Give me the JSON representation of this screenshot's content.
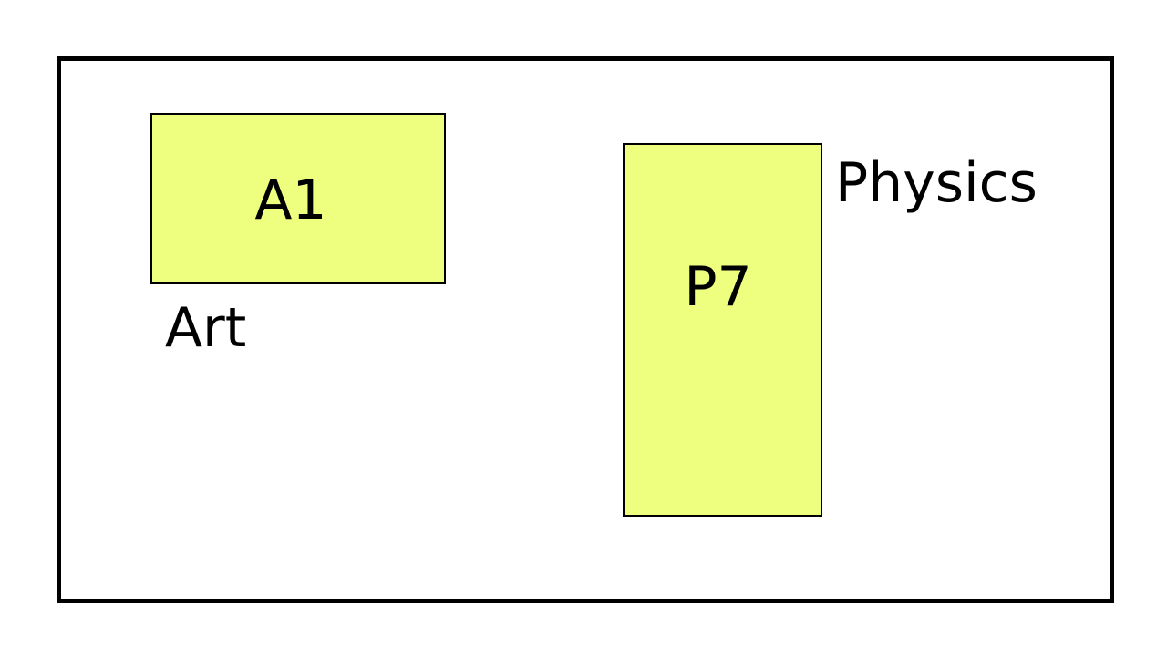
{
  "rooms": [
    {
      "code": "A1",
      "department": "Art"
    },
    {
      "code": "P7",
      "department": "Physics"
    }
  ],
  "colors": {
    "room_fill": "#eeff80",
    "outline": "#000000",
    "background": "#ffffff"
  }
}
